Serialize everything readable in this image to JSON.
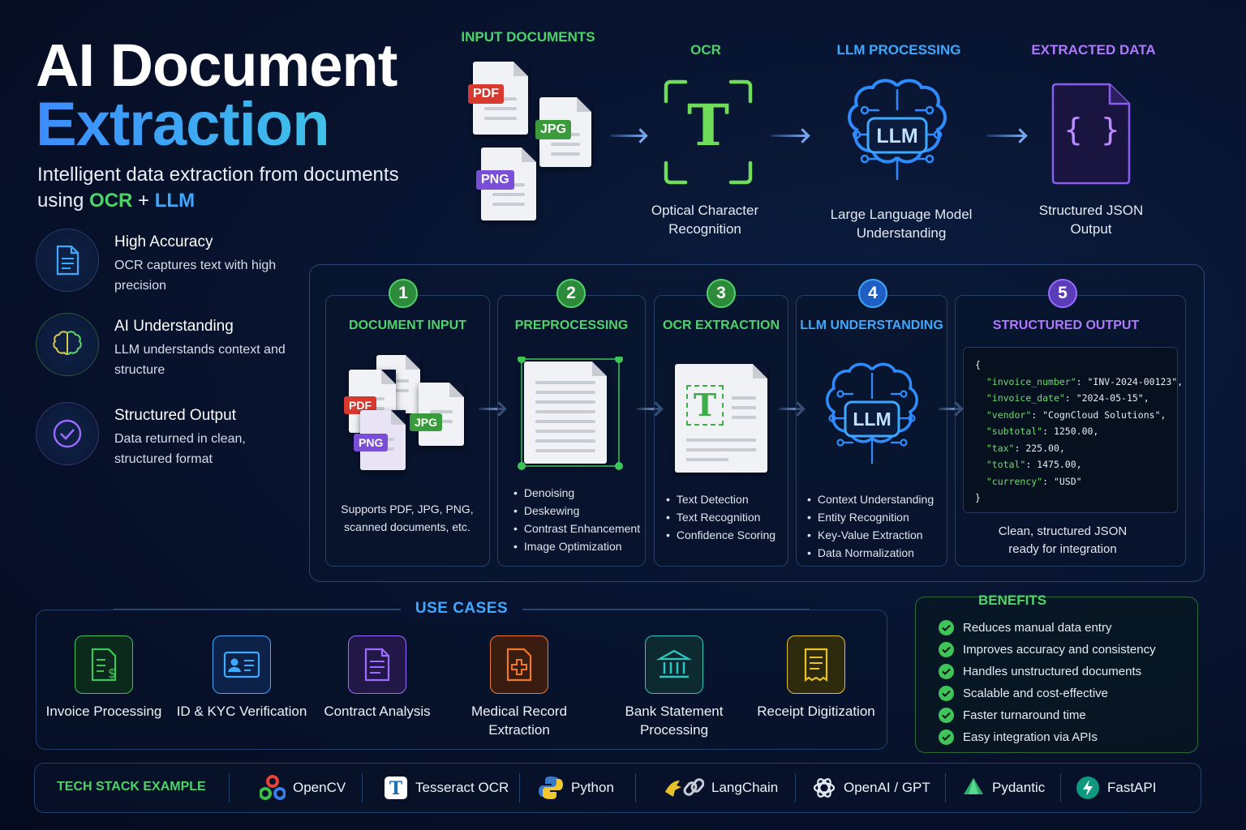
{
  "header": {
    "title_line1": "AI Document",
    "title_line2": "Extraction",
    "subtitle_pre": "Intelligent data extraction from documents using ",
    "subtitle_ocr": "OCR",
    "subtitle_plus": " + ",
    "subtitle_llm": "LLM"
  },
  "features": [
    {
      "title": "High Accuracy",
      "desc": "OCR captures text with high precision",
      "icon": "document-icon"
    },
    {
      "title": "AI Understanding",
      "desc": "LLM understands context and structure",
      "icon": "brain-icon"
    },
    {
      "title": "Structured Output",
      "desc": "Data returned in clean, structured format",
      "icon": "check-circle-icon"
    }
  ],
  "pipeline": {
    "input": {
      "label": "INPUT DOCUMENTS",
      "tags": [
        "PDF",
        "JPG",
        "PNG"
      ]
    },
    "ocr": {
      "label": "OCR",
      "glyph": "T",
      "desc": "Optical Character Recognition"
    },
    "llm": {
      "label": "LLM PROCESSING",
      "glyph": "LLM",
      "desc": "Large Language Model Understanding"
    },
    "output": {
      "label": "EXTRACTED DATA",
      "glyph": "{ }",
      "desc": "Structured JSON Output"
    }
  },
  "steps": [
    {
      "num": "1",
      "title": "DOCUMENT INPUT",
      "caption": "Supports PDF, JPG, PNG, scanned documents, etc.",
      "tags": [
        "PDF",
        "JPG",
        "PNG"
      ]
    },
    {
      "num": "2",
      "title": "PREPROCESSING",
      "bullets": [
        "Denoising",
        "Deskewing",
        "Contrast Enhancement",
        "Image Optimization"
      ]
    },
    {
      "num": "3",
      "title": "OCR EXTRACTION",
      "glyph": "T",
      "bullets": [
        "Text Detection",
        "Text Recognition",
        "Confidence Scoring"
      ]
    },
    {
      "num": "4",
      "title": "LLM UNDERSTANDING",
      "glyph": "LLM",
      "bullets": [
        "Context Understanding",
        "Entity Recognition",
        "Key-Value Extraction",
        "Data Normalization"
      ]
    },
    {
      "num": "5",
      "title": "STRUCTURED OUTPUT",
      "caption": "Clean, structured JSON ready for integration"
    }
  ],
  "json_output": {
    "open": "{",
    "close": "}",
    "lines": [
      {
        "key": "\"invoice_number\"",
        "value": ": \"INV-2024-00123\","
      },
      {
        "key": "\"invoice_date\"",
        "value": ": \"2024-05-15\","
      },
      {
        "key": "\"vendor\"",
        "value": ": \"CognCloud Solutions\","
      },
      {
        "key": "\"subtotal\"",
        "value": ": 1250.00,"
      },
      {
        "key": "\"tax\"",
        "value": ": 225.00,"
      },
      {
        "key": "\"total\"",
        "value": ": 1475.00,"
      },
      {
        "key": "\"currency\"",
        "value": ": \"USD\""
      }
    ]
  },
  "use_cases": {
    "title": "USE CASES",
    "items": [
      {
        "label": "Invoice Processing",
        "icon": "invoice-icon",
        "color": "#3fc45a"
      },
      {
        "label": "ID & KYC Verification",
        "icon": "id-card-icon",
        "color": "#3fa8ff"
      },
      {
        "label": "Contract Analysis",
        "icon": "contract-icon",
        "color": "#9a6bff"
      },
      {
        "label": "Medical Record Extraction",
        "icon": "medical-icon",
        "color": "#f07a2c"
      },
      {
        "label": "Bank Statement Processing",
        "icon": "bank-icon",
        "color": "#2cc9c0"
      },
      {
        "label": "Receipt Digitization",
        "icon": "receipt-icon",
        "color": "#e6c12a"
      }
    ]
  },
  "benefits": {
    "title": "BENEFITS",
    "items": [
      "Reduces manual data entry",
      "Improves accuracy and consistency",
      "Handles unstructured documents",
      "Scalable and cost-effective",
      "Faster turnaround time",
      "Easy integration via APIs"
    ]
  },
  "tech_stack": {
    "title": "TECH STACK EXAMPLE",
    "items": [
      {
        "label": "OpenCV",
        "icon": "opencv-icon"
      },
      {
        "label": "Tesseract OCR",
        "icon": "tesseract-icon"
      },
      {
        "label": "Python",
        "icon": "python-icon"
      },
      {
        "label": "LangChain",
        "icon": "langchain-icon"
      },
      {
        "label": "OpenAI / GPT",
        "icon": "openai-icon"
      },
      {
        "label": "Pydantic",
        "icon": "pydantic-icon"
      },
      {
        "label": "FastAPI",
        "icon": "fastapi-icon"
      }
    ]
  },
  "colors": {
    "green": "#4ed36a",
    "blue": "#3fa8ff",
    "purple": "#9a6bff",
    "background": "#071330"
  }
}
